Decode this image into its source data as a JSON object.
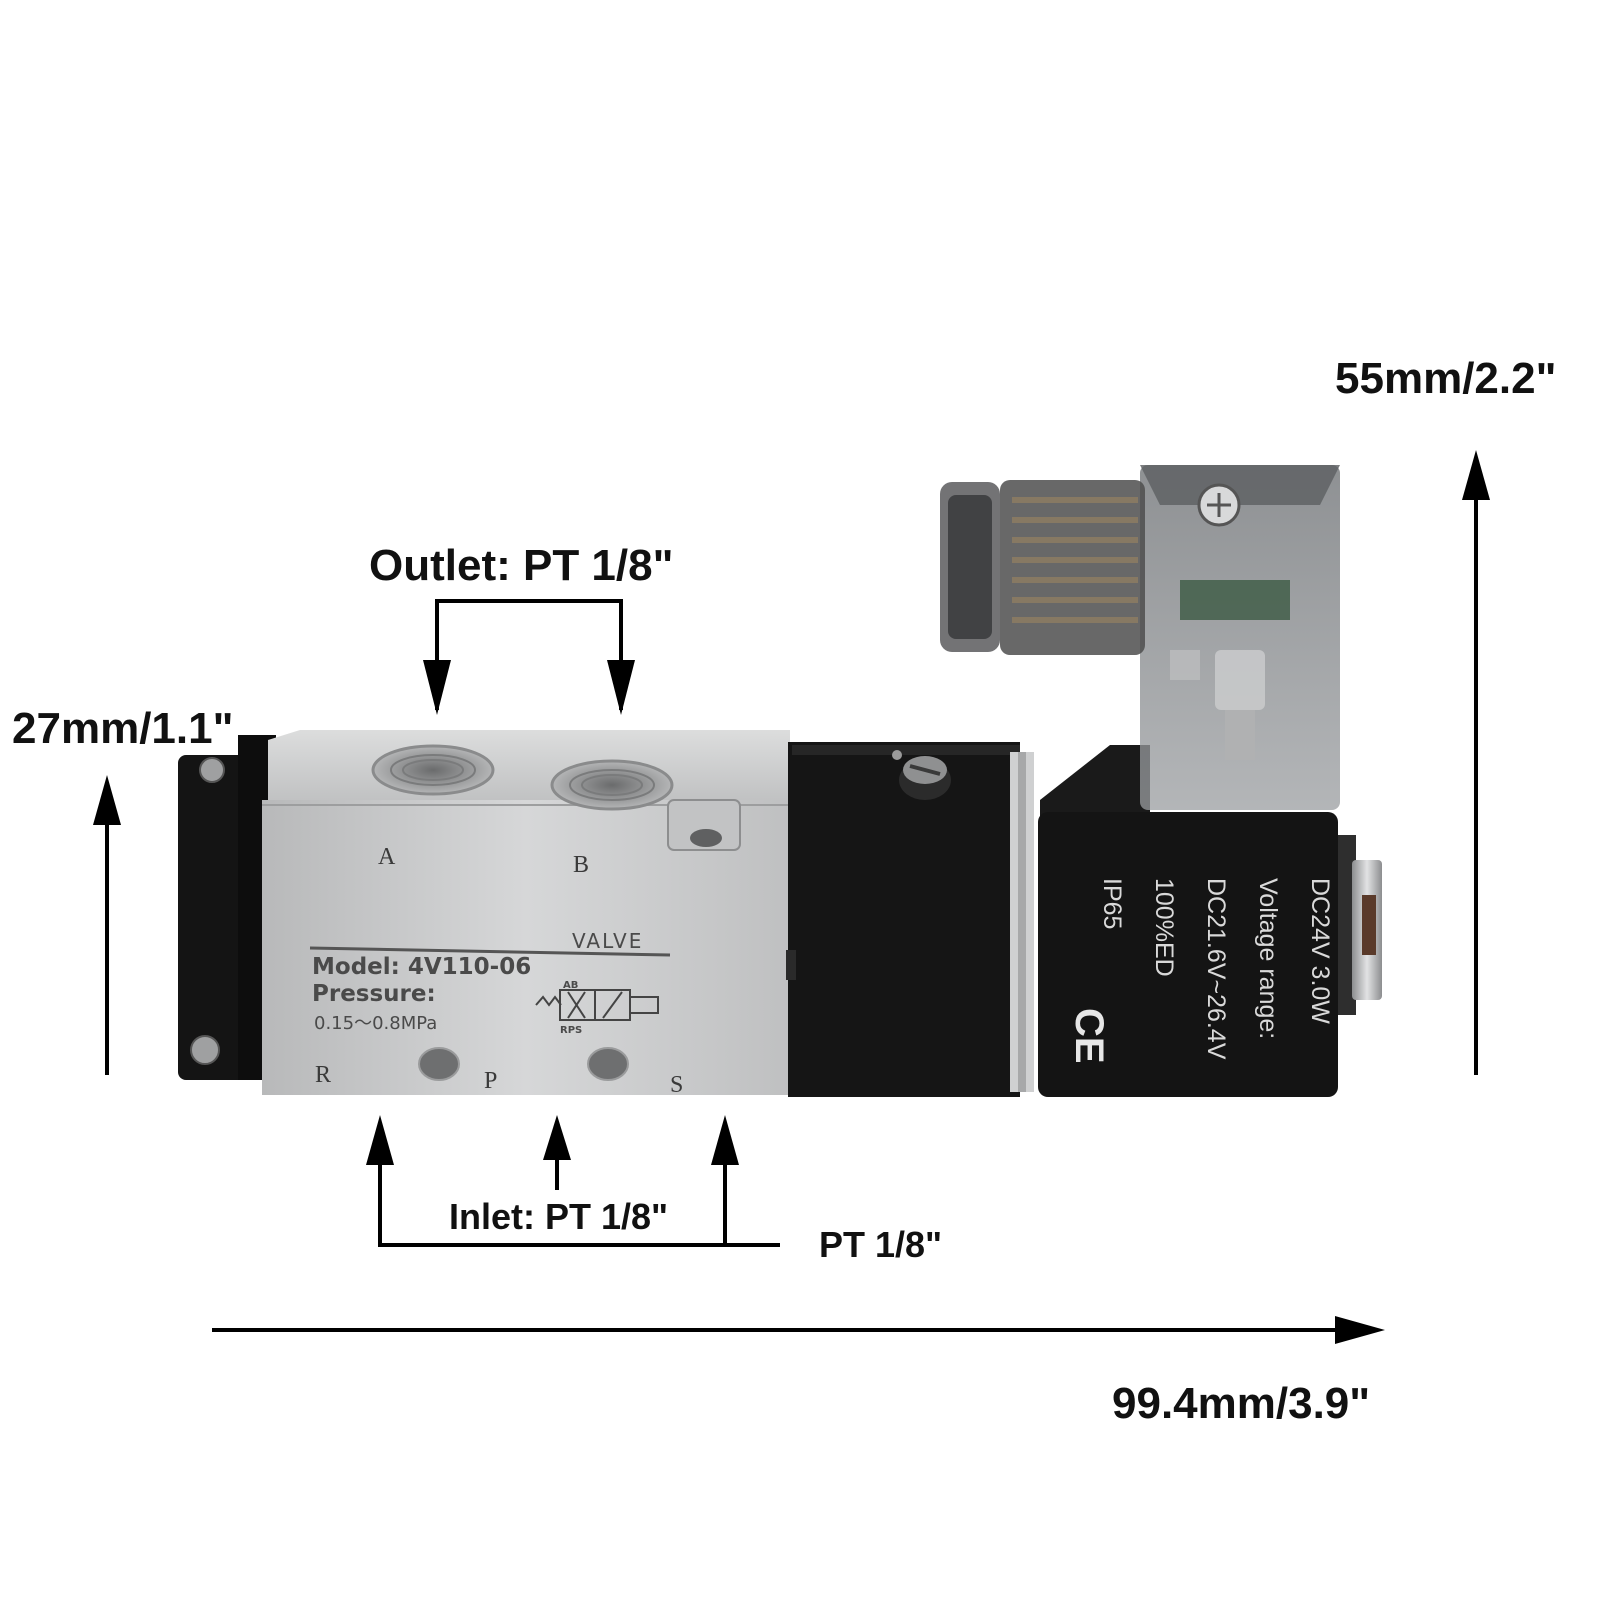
{
  "dimensions": {
    "height_valve_body": "27mm/1.1\"",
    "height_total": "55mm/2.2\"",
    "length_total": "99.4mm/3.9\""
  },
  "ports": {
    "outlet_label": "Outlet: PT 1/8\"",
    "inlet_label": "Inlet: PT 1/8\"",
    "exhaust_label": "PT 1/8\"",
    "letters": [
      "A",
      "B",
      "R",
      "P",
      "S"
    ]
  },
  "nameplate": {
    "brand": "VALVE",
    "model": "Model: 4V110-06",
    "pressure_label": "Pressure:",
    "pressure_range": "0.15～0.8MPa",
    "symbol_top": "AB",
    "symbol_bottom": "RPS"
  },
  "coil": {
    "lines": [
      "DC24V    3.0W",
      "Voltage  range:",
      "DC21.6V~26.4V",
      "100%ED",
      "IP65"
    ],
    "mark": "CE"
  },
  "colors": {
    "aluminum": "#c9cacb",
    "black_body": "#151515",
    "arrows": "#000000"
  }
}
